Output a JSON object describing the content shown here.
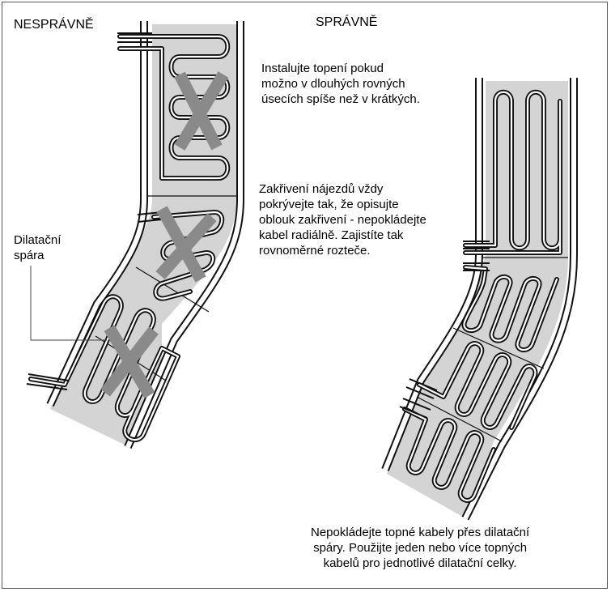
{
  "labels": {
    "wrong": "NESPRÁVNĚ",
    "right": "SPRÁVNĚ",
    "straight_runs": "Instalujte topení pokud\nmožno v dlouhých rovných\núsecích spíše než v krátkých.",
    "curves": "Zakřivení nájezdů vždy\npokrývejte tak, že opisujte\noblouk zakřivení - nepokládejte\nkabel radiálně. Zajistíte tak\nrovnoměrné rozteče.",
    "expansion_joint": "Dilatační\nspára",
    "no_crossing": "Nepokládejte topné kabely přes dilatační\nspáry. Použijte jeden nebo více topných\nkabelů pro jednotlivé dilatační celky."
  },
  "colors": {
    "mat_fill": "#d4d4d4",
    "cable": "#111111",
    "cross": "#8a8a8a"
  }
}
